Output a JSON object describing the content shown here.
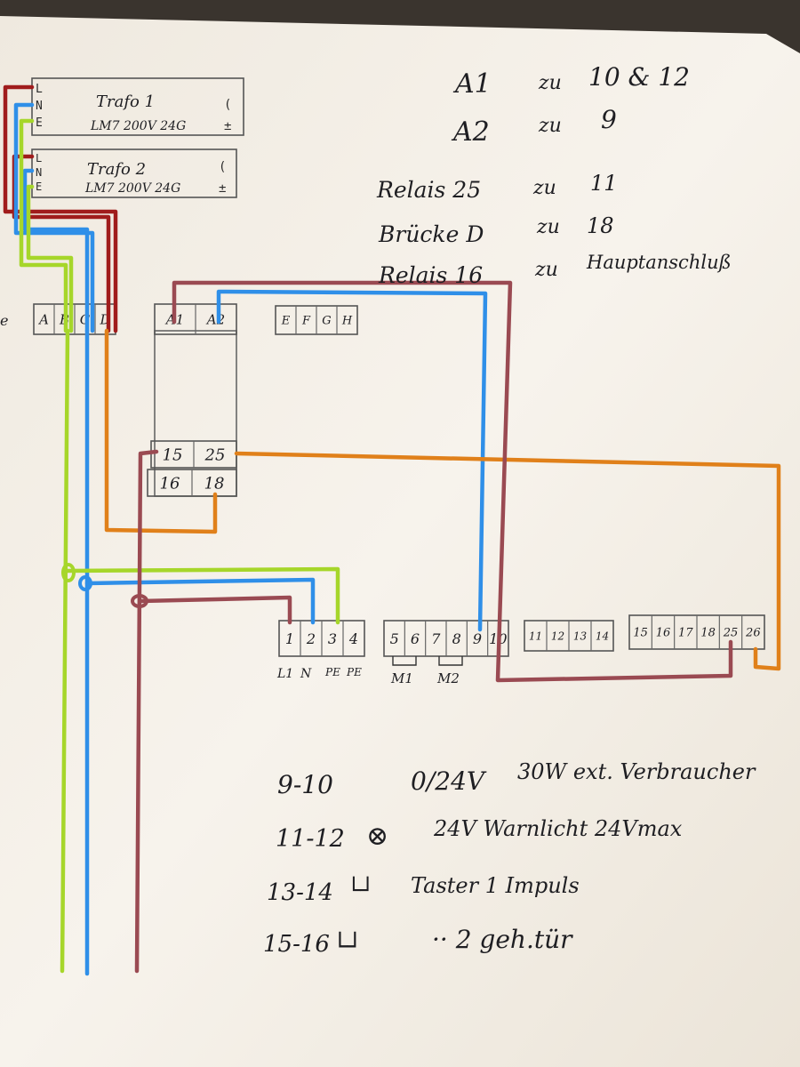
{
  "colors": {
    "red": "#a01c1c",
    "blue": "#2f8fe8",
    "green": "#a6d62a",
    "orange": "#e0801a",
    "brown": "#9a4a52",
    "ink": "#1e1e22"
  },
  "trafos": [
    {
      "pins": [
        "L",
        "N",
        "E"
      ],
      "name": "Trafo 1",
      "spec": "LM7 200V 24G",
      "out": [
        "(",
        "±"
      ]
    },
    {
      "pins": [
        "L",
        "N",
        "E"
      ],
      "name": "Trafo 2",
      "spec": "LM7 200V 24G",
      "out": [
        "(",
        "±"
      ]
    }
  ],
  "blocks": {
    "abcd": [
      "A",
      "B",
      "C",
      "D"
    ],
    "coil": [
      "A1",
      "A2"
    ],
    "efgh": [
      "E",
      "F",
      "G",
      "H"
    ],
    "relay_top": [
      "15",
      "25"
    ],
    "relay_bottom": [
      "16",
      "18"
    ],
    "t1_4": [
      "1",
      "2",
      "3",
      "4"
    ],
    "t5_10": [
      "5",
      "6",
      "7",
      "8",
      "9",
      "10"
    ],
    "t11_14": [
      "11",
      "12",
      "13",
      "14"
    ],
    "t15_26": [
      "15",
      "16",
      "17",
      "18",
      "25",
      "26"
    ],
    "sub_1_4": [
      "L1",
      "N",
      "PE",
      "PE"
    ],
    "sub_motor": [
      "M1",
      "M2"
    ]
  },
  "left_edge_mark": "e",
  "notes_top": [
    {
      "a": "A1",
      "b": "zu",
      "c": "10 & 12"
    },
    {
      "a": "A2",
      "b": "zu",
      "c": "9"
    },
    {
      "a": "Relais 25",
      "b": "zu",
      "c": "11"
    },
    {
      "a": "Brücke D",
      "b": "zu",
      "c": "18"
    },
    {
      "a": "Relais 16",
      "b": "zu",
      "c": "Hauptanschluß"
    }
  ],
  "notes_bottom": [
    {
      "a": "9-10",
      "b": "0/24V",
      "c": "30W ext. Verbraucher"
    },
    {
      "a": "11-12",
      "b": "⊗",
      "c": "24V Warnlicht 24Vmax"
    },
    {
      "a": "13-14",
      "b": "└┘",
      "c": "Taster 1 Impuls"
    },
    {
      "a": "15-16",
      "b": "└┘",
      "c": "··  2  geh.tür"
    }
  ]
}
